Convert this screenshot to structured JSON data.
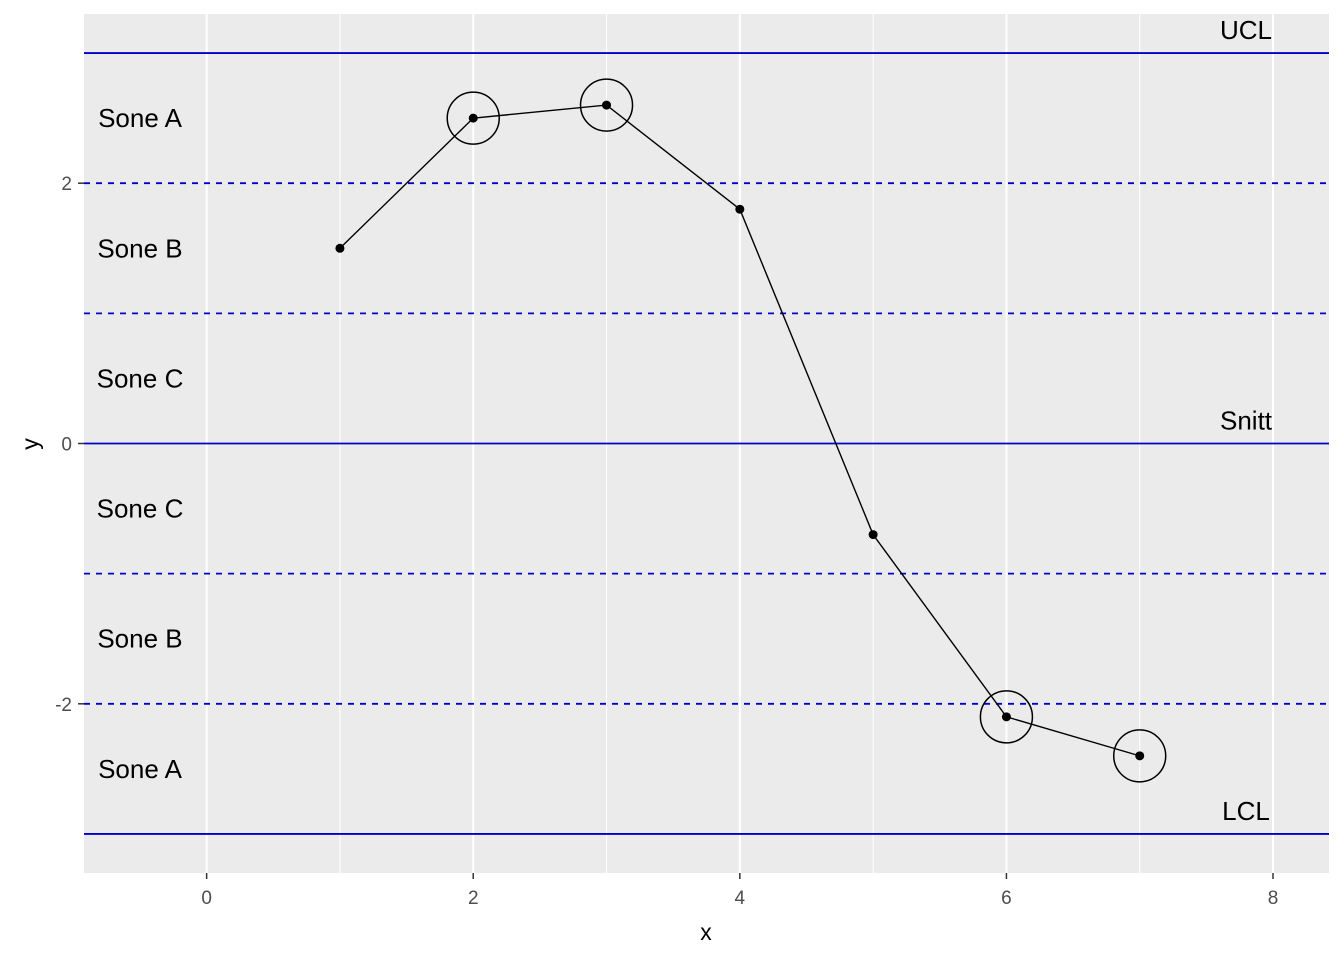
{
  "chart_data": {
    "type": "line",
    "xlabel": "x",
    "ylabel": "y",
    "xlim": [
      -0.92,
      8.42
    ],
    "ylim": [
      -3.3,
      3.3
    ],
    "x_ticks": [
      0,
      2,
      4,
      6,
      8
    ],
    "y_ticks": [
      -2,
      0,
      2
    ],
    "grid": true,
    "series": [
      {
        "x": [
          1,
          2,
          3,
          4,
          5,
          6,
          7
        ],
        "y": [
          1.5,
          2.5,
          2.6,
          1.8,
          -0.7,
          -2.1,
          -2.4
        ],
        "circled_points": [
          2,
          3,
          6,
          7
        ]
      }
    ],
    "control_lines": [
      {
        "label": "UCL",
        "y": 3,
        "style": "solid"
      },
      {
        "label": "Snitt",
        "y": 0,
        "style": "solid"
      },
      {
        "label": "LCL",
        "y": -3,
        "style": "solid"
      }
    ],
    "zone_boundaries": [
      2,
      1,
      -1,
      -2
    ],
    "zone_labels": [
      {
        "text": "Sone A",
        "y": 2.5
      },
      {
        "text": "Sone B",
        "y": 1.5
      },
      {
        "text": "Sone C",
        "y": 0.5
      },
      {
        "text": "Sone C",
        "y": -0.5
      },
      {
        "text": "Sone B",
        "y": -1.5
      },
      {
        "text": "Sone A",
        "y": -2.5
      }
    ],
    "colors": {
      "panel_background": "#ebebeb",
      "grid": "#ffffff",
      "control_line": "#0000cd",
      "series": "#000000"
    }
  }
}
